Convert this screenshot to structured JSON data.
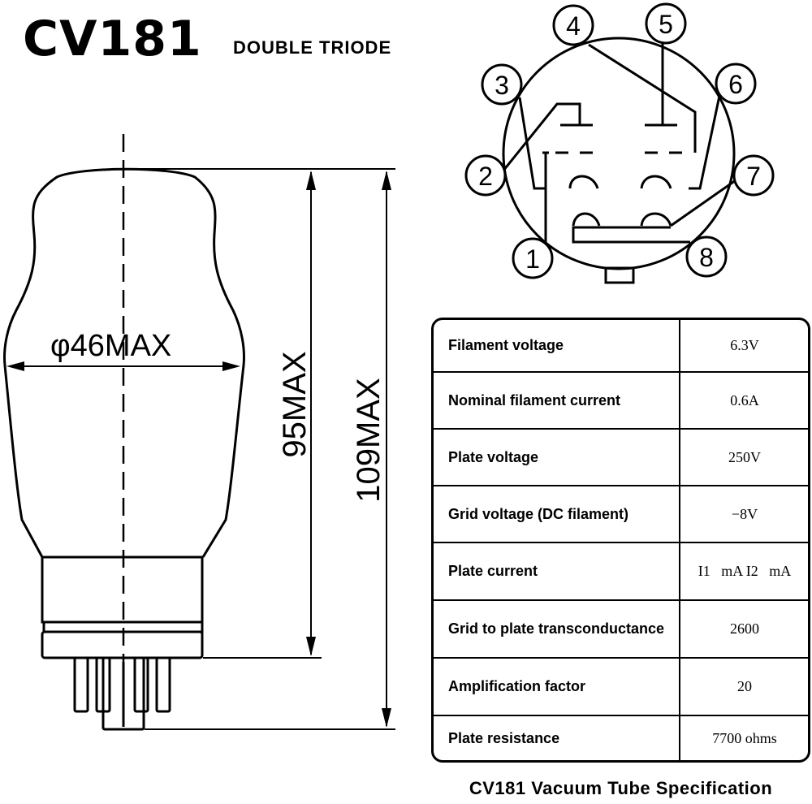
{
  "title": "CV181",
  "subtitle": "DOUBLE TRIODE",
  "dimensions": {
    "diameter": "φ46MAX",
    "body_height": "95MAX",
    "total_height": "109MAX"
  },
  "pin_labels": [
    "1",
    "2",
    "3",
    "4",
    "5",
    "6",
    "7",
    "8"
  ],
  "spec_table": {
    "rows": [
      {
        "label": "Filament voltage",
        "value": "6.3V"
      },
      {
        "label": "Nominal filament current",
        "value": "0.6A"
      },
      {
        "label": "Plate voltage",
        "value": "250V"
      },
      {
        "label": "Grid voltage (DC filament)",
        "value": "−8V"
      },
      {
        "label": "Plate current",
        "value": "I1   mA I2   mA"
      },
      {
        "label": "Grid to plate transconductance",
        "value": "2600"
      },
      {
        "label": "Amplification factor",
        "value": "20"
      },
      {
        "label": "Plate resistance",
        "value": "7700 ohms"
      }
    ]
  },
  "caption": "CV181 Vacuum Tube Specification"
}
